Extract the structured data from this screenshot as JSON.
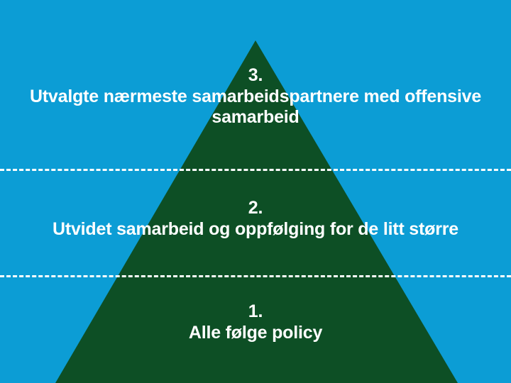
{
  "slide": {
    "background_color": "#0c9dd5",
    "shape_color": "#0d4f25",
    "divider_color": "#ffffff",
    "text_color": "#ffffff"
  },
  "pyramid": {
    "tiers": [
      {
        "number": "3.",
        "label": "Utvalgte nærmeste samarbeidspartnere med offensive samarbeid"
      },
      {
        "number": "2.",
        "label": "Utvidet samarbeid og oppfølging for de litt større"
      },
      {
        "number": "1.",
        "label": "Alle følge policy"
      }
    ]
  }
}
